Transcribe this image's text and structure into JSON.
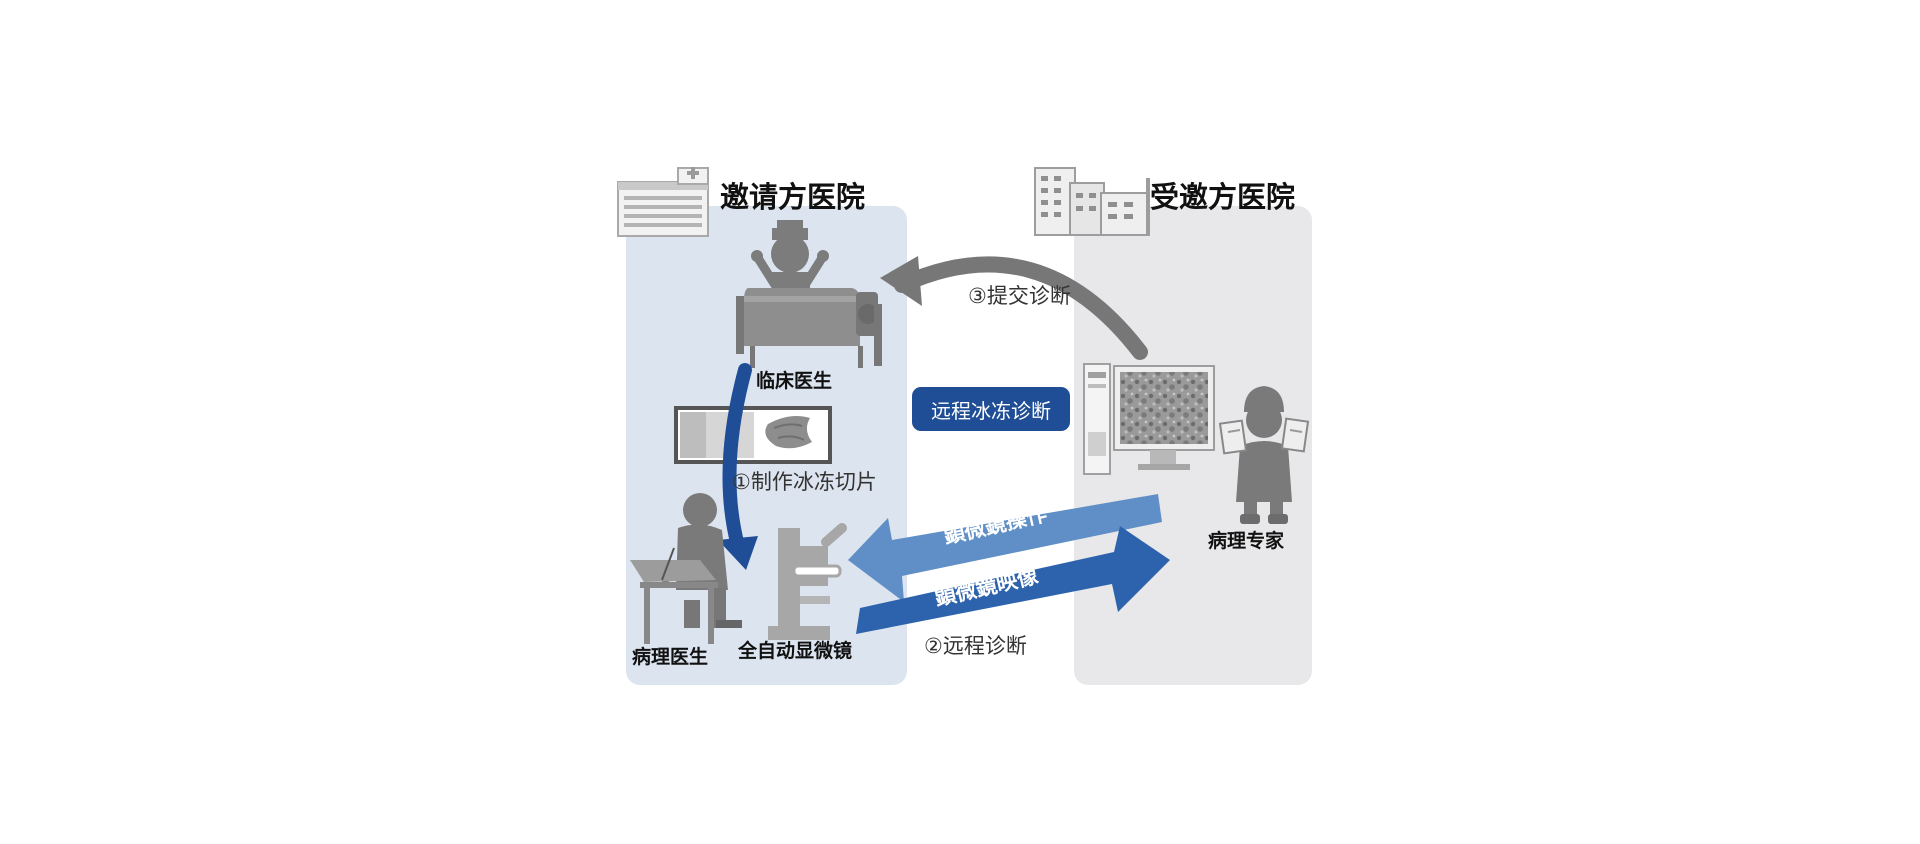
{
  "left_hospital": {
    "title": "邀请方医院",
    "roles": {
      "clinician": "临床医生",
      "pathologist": "病理医生",
      "microscope": "全自动显微镜"
    },
    "panel_color": "#dce4ef"
  },
  "right_hospital": {
    "title": "受邀方医院",
    "roles": {
      "expert": "病理专家"
    },
    "panel_color": "#e8e8ea"
  },
  "center_badge": {
    "text": "远程冰冻诊断",
    "color": "#1f4e97"
  },
  "steps": {
    "step1": "①制作冰冻切片",
    "step2": "②远程诊断",
    "step3": "③提交诊断"
  },
  "arrows": {
    "operation": {
      "text": "顕微鏡操作",
      "color": "#5f8fc6"
    },
    "image": {
      "text": "顕微鏡映像",
      "color": "#2d63ad"
    }
  },
  "icons": [
    "hospital-icon",
    "hospital-building-icon",
    "patient-bed-icon",
    "frozen-section-slide-icon",
    "pathologist-desk-icon",
    "microscope-icon",
    "computer-monitor-icon",
    "expert-icon"
  ]
}
